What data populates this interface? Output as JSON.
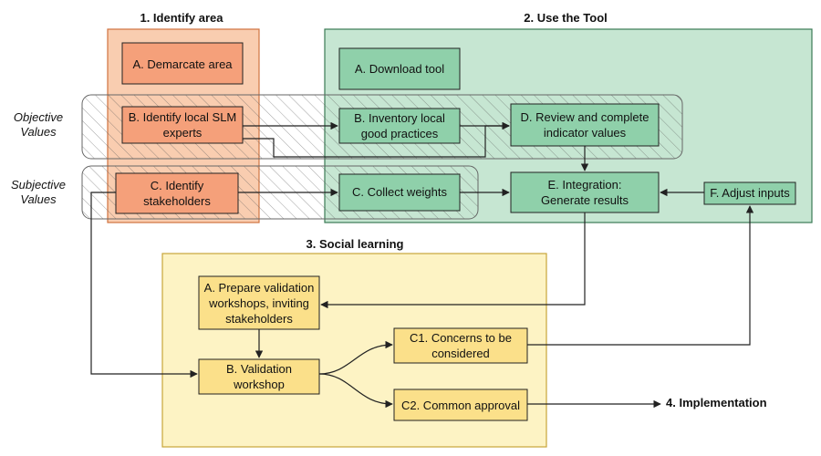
{
  "colors": {
    "orange_panel": "#f9cdb0",
    "orange_node": "#f5a07a",
    "green_panel": "#c6e6d2",
    "green_node": "#8fd0aa",
    "yellow_panel": "#fdf3c4",
    "yellow_node": "#fbe08a",
    "line": "#222222"
  },
  "sections": {
    "identify": "1. Identify area",
    "tool": "2. Use the Tool",
    "social": "3. Social learning",
    "implementation": "4. Implementation"
  },
  "side_labels": {
    "objective_1": "Objective",
    "objective_2": "Values",
    "subjective_1": "Subjective",
    "subjective_2": "Values"
  },
  "nodes": {
    "demarcate": "A. Demarcate area",
    "slm_1": "B. Identify local SLM",
    "slm_2": "experts",
    "stake_1": "C. Identify",
    "stake_2": "stakeholders",
    "download": "A. Download tool",
    "inventory_1": "B. Inventory local",
    "inventory_2": "good practices",
    "review_1": "D. Review and complete",
    "review_2": "indicator values",
    "weights": "C. Collect weights",
    "integration_1": "E. Integration:",
    "integration_2": "Generate results",
    "adjust": "F. Adjust inputs",
    "prepare_1": "A. Prepare validation",
    "prepare_2": "workshops, inviting",
    "prepare_3": "stakeholders",
    "workshop_1": "B. Validation",
    "workshop_2": "workshop",
    "concerns_1": "C1. Concerns to be",
    "concerns_2": "considered",
    "approval": "C2. Common approval"
  }
}
